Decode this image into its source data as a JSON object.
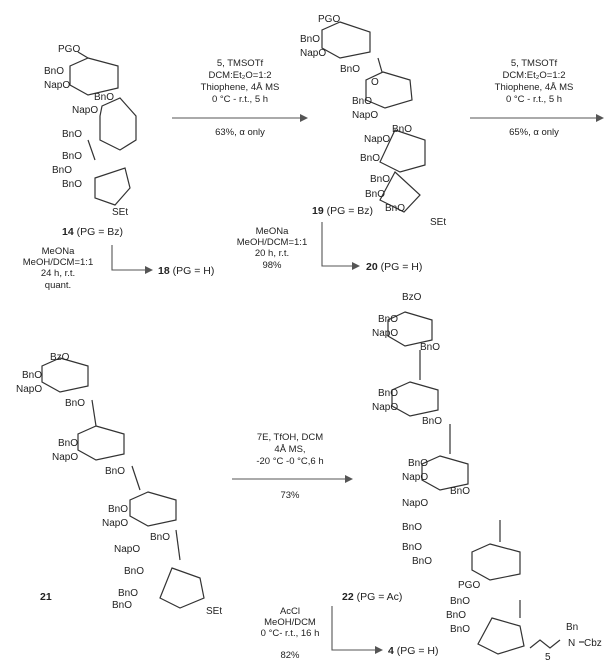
{
  "compounds": {
    "c14": {
      "number": "14",
      "tag": "(PG = Bz)",
      "labels": [
        "PGO",
        "BnO",
        "NapO",
        "BnO",
        "NapO",
        "BnO",
        "BnO",
        "BnO",
        "BnO",
        "SEt"
      ]
    },
    "c19": {
      "number": "19",
      "tag": "(PG = Bz)",
      "labels": [
        "PGO",
        "BnO",
        "NapO",
        "BnO",
        "O",
        "BnO",
        "NapO",
        "BnO",
        "NapO",
        "BnO",
        "BnO",
        "BnO",
        "BnO",
        "SEt"
      ]
    },
    "c18": {
      "number": "18",
      "tag": "(PG = H)"
    },
    "c20": {
      "number": "20",
      "tag": "(PG = H)"
    },
    "c21": {
      "number": "21",
      "labels": [
        "BzO",
        "BnO",
        "NapO",
        "BnO",
        "BnO",
        "NapO",
        "BnO",
        "BnO",
        "NapO",
        "BnO",
        "NapO",
        "BnO",
        "BnO",
        "BnO",
        "SEt"
      ]
    },
    "c22": {
      "number": "22",
      "tag": "(PG = Ac)",
      "labels": [
        "BzO",
        "BnO",
        "NapO",
        "BnO",
        "BnO",
        "NapO",
        "BnO",
        "BnO",
        "NapO",
        "BnO",
        "NapO",
        "BnO",
        "BnO",
        "BnO",
        "PGO",
        "BnO",
        "BnO",
        "BnO",
        "Bn",
        "N",
        "Cbz",
        "5"
      ]
    },
    "c4": {
      "number": "4",
      "tag": "(PG = H)"
    }
  },
  "arrows": {
    "a1": {
      "above": [
        "5, TMSOTf",
        "DCM:Et₂O=1:2",
        "Thiophene, 4Å MS",
        "0 °C - r.t., 5 h"
      ],
      "below": [
        "63%, α only"
      ]
    },
    "a2": {
      "above": [
        "5, TMSOTf",
        "DCM:Et₂O=1:2",
        "Thiophene, 4Å MS",
        "0 °C - r.t., 5 h"
      ],
      "below": [
        "65%, α only"
      ]
    },
    "a3": {
      "lines": [
        "MeONa",
        "MeOH/DCM=1:1",
        "24 h, r.t.",
        "quant."
      ]
    },
    "a4": {
      "lines": [
        "MeONa",
        "MeOH/DCM=1:1",
        "20 h, r.t.",
        "98%"
      ]
    },
    "a5": {
      "above": [
        "7E, TfOH, DCM",
        "4Å MS,",
        "-20 °C -0 °C,6 h"
      ],
      "below": [
        "73%"
      ]
    },
    "a6": {
      "lines": [
        "AcCl",
        "MeOH/DCM",
        "0 °C- r.t., 16 h",
        "82%"
      ]
    }
  }
}
